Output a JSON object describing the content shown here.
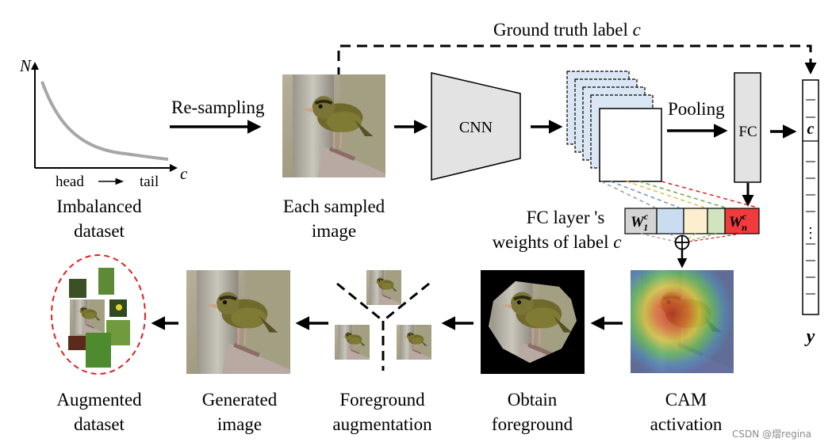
{
  "labels": {
    "ground_truth": "Ground truth label",
    "ground_truth_var": "c",
    "resampling": "Re-sampling",
    "pooling": "Pooling",
    "cnn": "CNN",
    "fc": "FC",
    "imbalanced_line1": "Imbalanced",
    "imbalanced_line2": "dataset",
    "each_sampled_line1": "Each sampled",
    "each_sampled_line2": "image",
    "fc_weights_line1": "FC layer 's",
    "fc_weights_line2": "weights of label",
    "fc_weights_var": "c",
    "augmented_line1": "Augmented",
    "augmented_line2": "dataset",
    "generated_line1": "Generated",
    "generated_line2": "image",
    "fg_aug_line1": "Foreground",
    "fg_aug_line2": "augmentation",
    "obtain_fg_line1": "Obtain",
    "obtain_fg_line2": "foreground",
    "cam_line1": "CAM",
    "cam_line2": "activation",
    "output_var": "y"
  },
  "chart": {
    "y_axis_label": "N",
    "x_axis_label": "c",
    "head_label": "head",
    "tail_label": "tail"
  },
  "weights": {
    "first_main": "W",
    "first_sup": "c",
    "first_sub": "1",
    "last_main": "W",
    "last_sup": "c",
    "last_sub": "n"
  },
  "output_vector": {
    "highlight_label": "c",
    "dots": "⋮"
  },
  "watermark": "CSDN @熠regina",
  "colors": {
    "gray_block": "#e3e3e3",
    "feature_map_blue": "#dbe6f4",
    "weight_blue": "#c9dcf0",
    "weight_yellow": "#fbefcf",
    "weight_green": "#cfe4bf",
    "weight_red": "#ef3b3b",
    "weight_first": "#d4d4d4",
    "dashed_red": "#e02020"
  }
}
